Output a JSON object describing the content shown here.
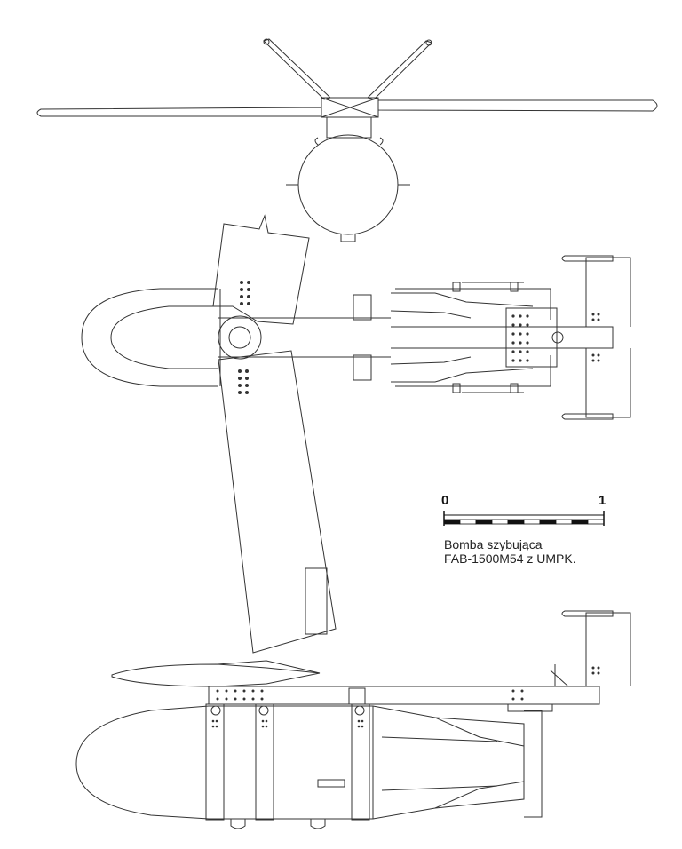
{
  "scale_bar": {
    "start_label": "0",
    "end_label": "1",
    "segments": 10
  },
  "caption": {
    "line1": "Bomba szybująca",
    "line2": "FAB-1500M54 z UMPK."
  },
  "colors": {
    "line": "#333333",
    "paper": "#ffffff",
    "scale_dark": "#111111"
  }
}
